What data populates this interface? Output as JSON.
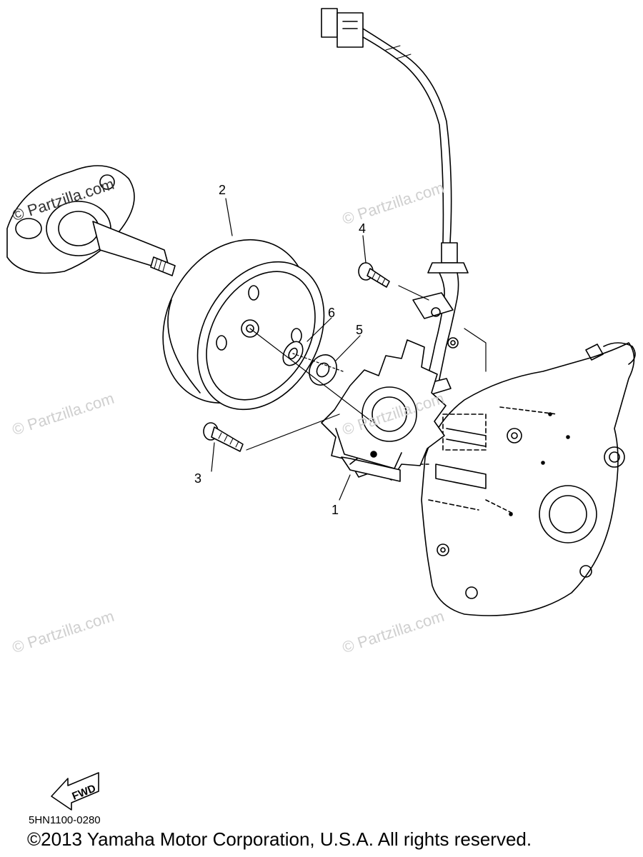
{
  "callouts": {
    "c1": "1",
    "c2": "2",
    "c3": "3",
    "c4": "4",
    "c5": "5",
    "c6": "6"
  },
  "watermarks": {
    "w1": "© Partzilla.com",
    "w2": "© Partzilla.com",
    "w3": "© Partzilla.com",
    "w4": "© Partzilla.com",
    "w5": "© Partzilla.com",
    "w6": "© Partzilla.com"
  },
  "fwd_label": "FWD",
  "part_code": "5HN1100-0280",
  "copyright": "©2013  Yamaha Motor Corporation, U.S.A. All rights reserved."
}
